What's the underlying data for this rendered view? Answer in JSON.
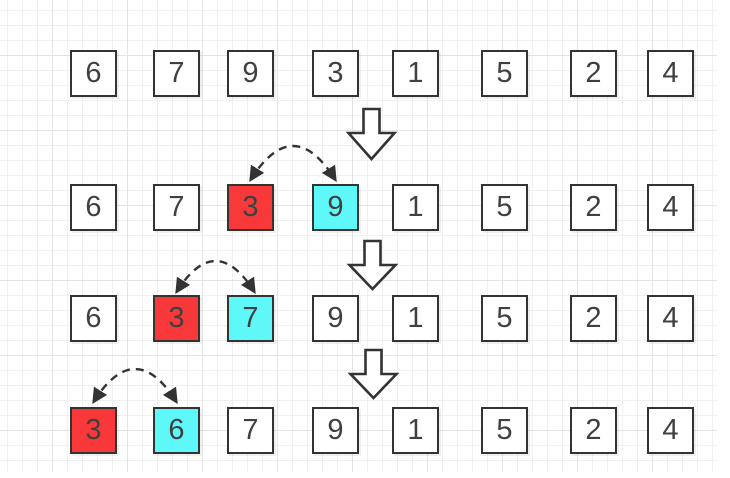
{
  "colors": {
    "swap_source_fill": "#f93939",
    "swap_target_fill": "#5ff8f8",
    "box_fill": "#ffffff",
    "box_border": "#333333",
    "digit": "#404040",
    "arrow_stroke": "#333333",
    "grid_minor": "#f0f0f0",
    "grid_major": "#e4e4e4"
  },
  "rows": [
    {
      "cells": [
        {
          "value": "6",
          "highlight": "plain"
        },
        {
          "value": "7",
          "highlight": "plain"
        },
        {
          "value": "9",
          "highlight": "plain"
        },
        {
          "value": "3",
          "highlight": "plain"
        },
        {
          "value": "1",
          "highlight": "plain"
        },
        {
          "value": "5",
          "highlight": "plain"
        },
        {
          "value": "2",
          "highlight": "plain"
        },
        {
          "value": "4",
          "highlight": "plain"
        }
      ]
    },
    {
      "swap": {
        "left_index": 2,
        "right_index": 3
      },
      "cells": [
        {
          "value": "6",
          "highlight": "plain"
        },
        {
          "value": "7",
          "highlight": "plain"
        },
        {
          "value": "3",
          "highlight": "red"
        },
        {
          "value": "9",
          "highlight": "cyan"
        },
        {
          "value": "1",
          "highlight": "plain"
        },
        {
          "value": "5",
          "highlight": "plain"
        },
        {
          "value": "2",
          "highlight": "plain"
        },
        {
          "value": "4",
          "highlight": "plain"
        }
      ]
    },
    {
      "swap": {
        "left_index": 1,
        "right_index": 2
      },
      "cells": [
        {
          "value": "6",
          "highlight": "plain"
        },
        {
          "value": "3",
          "highlight": "red"
        },
        {
          "value": "7",
          "highlight": "cyan"
        },
        {
          "value": "9",
          "highlight": "plain"
        },
        {
          "value": "1",
          "highlight": "plain"
        },
        {
          "value": "5",
          "highlight": "plain"
        },
        {
          "value": "2",
          "highlight": "plain"
        },
        {
          "value": "4",
          "highlight": "plain"
        }
      ]
    },
    {
      "swap": {
        "left_index": 0,
        "right_index": 1
      },
      "cells": [
        {
          "value": "3",
          "highlight": "red"
        },
        {
          "value": "6",
          "highlight": "cyan"
        },
        {
          "value": "7",
          "highlight": "plain"
        },
        {
          "value": "9",
          "highlight": "plain"
        },
        {
          "value": "1",
          "highlight": "plain"
        },
        {
          "value": "5",
          "highlight": "plain"
        },
        {
          "value": "2",
          "highlight": "plain"
        },
        {
          "value": "4",
          "highlight": "plain"
        }
      ]
    }
  ]
}
